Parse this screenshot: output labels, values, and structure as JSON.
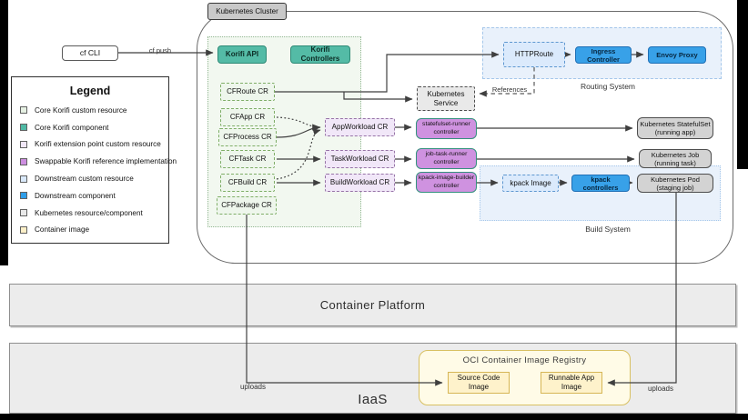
{
  "legend": {
    "title": "Legend",
    "items": [
      {
        "label": "Core Korifi custom resource",
        "color": "#e6f1e3"
      },
      {
        "label": "Core Korifi component",
        "color": "#4fb9a4"
      },
      {
        "label": "Korifi extension point custom resource",
        "color": "#f1e7f8"
      },
      {
        "label": "Swappable Korifi reference implementation",
        "color": "#cd8ee0"
      },
      {
        "label": "Downstream custom resource",
        "color": "#d9e9fb"
      },
      {
        "label": "Downstream component",
        "color": "#2f9ee9"
      },
      {
        "label": "Kubernetes resource/component",
        "color": "#e9e9e9"
      },
      {
        "label": "Container image",
        "color": "#fdf0c8"
      }
    ]
  },
  "external": {
    "cf_cli": "cf CLI",
    "cf_push_label": "cf push"
  },
  "cluster": {
    "label": "Kubernetes Cluster"
  },
  "korifi": {
    "api": "Korifi API",
    "controllers": "Korifi Controllers",
    "crs": [
      "CFRoute CR",
      "CFApp CR",
      "CFProcess CR",
      "CFTask CR",
      "CFBuild CR",
      "CFPackage CR"
    ]
  },
  "workloads": [
    "AppWorkload CR",
    "TaskWorkload CR",
    "BuildWorkload CR"
  ],
  "impl_controllers": [
    {
      "line1": "statefulset-runner",
      "line2": "controller"
    },
    {
      "line1": "job-task-runner",
      "line2": "controller"
    },
    {
      "line1": "kpack-image-builder",
      "line2": "controller"
    }
  ],
  "routing": {
    "label": "Routing System",
    "httproute": "HTTPRoute",
    "ingress": "Ingress Controller",
    "envoy": "Envoy Proxy",
    "references": "References"
  },
  "k8s_service": {
    "line1": "Kubernetes",
    "line2": "Service"
  },
  "build_system": {
    "label": "Build System",
    "kpack_image": "kpack Image",
    "kpack_controllers": "kpack controllers"
  },
  "k8s_outputs": [
    {
      "line1": "Kubernetes StatefulSet",
      "line2": "(running app)"
    },
    {
      "line1": "Kubernetes Job",
      "line2": "(running task)"
    },
    {
      "line1": "Kubernetes Pod",
      "line2": "(staging job)"
    }
  ],
  "platform": {
    "container_platform": "Container Platform",
    "iaas": "IaaS"
  },
  "registry": {
    "title": "OCI Container Image Registry",
    "source": {
      "line1": "Source Code",
      "line2": "Image"
    },
    "runnable": {
      "line1": "Runnable App",
      "line2": "Image"
    }
  },
  "uploads": {
    "left": "uploads",
    "right": "uploads"
  }
}
